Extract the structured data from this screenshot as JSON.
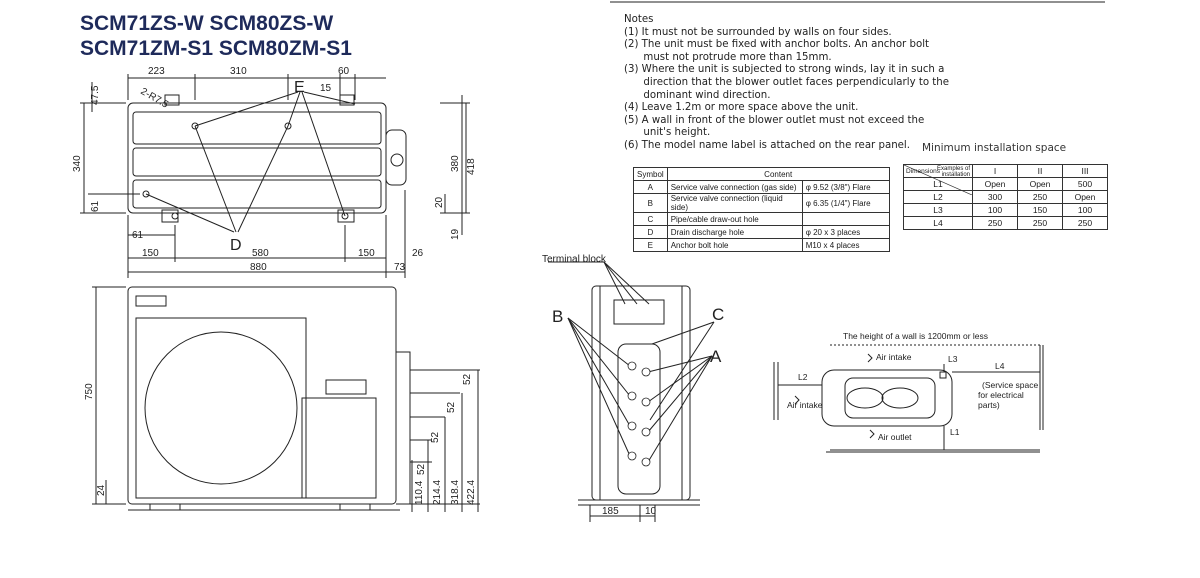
{
  "titles": {
    "line1": "SCM71ZS-W  SCM80ZS-W",
    "line2": "SCM71ZM-S1  SCM80ZM-S1"
  },
  "notes": {
    "heading": "Notes",
    "lines": [
      "(1) It must not be surrounded by walls on four sides.",
      "(2) The unit must be fixed with anchor bolts. An anchor bolt",
      "      must not protrude more than 15mm.",
      "(3) Where the unit is subjected to strong winds, lay it in such a",
      "      direction that the blower outlet faces perpendicularly to the",
      "      dominant wind direction.",
      "(4) Leave 1.2m or more space above the unit.",
      "(5) A wall in front of the blower outlet must not exceed the",
      "      unit's height.",
      "(6) The model name label is attached on the rear panel."
    ]
  },
  "symbol_table": {
    "headers": [
      "Symbol",
      "Content",
      ""
    ],
    "rows": [
      {
        "symbol": "A",
        "content": "Service valve connection (gas side)",
        "spec": "φ 9.52 (3/8\")  Flare"
      },
      {
        "symbol": "B",
        "content": "Service valve connection (liquid side)",
        "spec": "φ 6.35 (1/4\")  Flare"
      },
      {
        "symbol": "C",
        "content": "Pipe/cable draw-out hole",
        "spec": ""
      },
      {
        "symbol": "D",
        "content": "Drain discharge hole",
        "spec": "φ 20 x 3 places"
      },
      {
        "symbol": "E",
        "content": "Anchor bolt hole",
        "spec": "M10 x 4 places"
      }
    ]
  },
  "space_table": {
    "title": "Minimum installation space",
    "corner_examples": "Examples of installation",
    "corner_dimensions": "Dimensions",
    "columns": [
      "I",
      "II",
      "III"
    ],
    "rows": [
      {
        "label": "L1",
        "values": [
          "Open",
          "Open",
          "500"
        ]
      },
      {
        "label": "L2",
        "values": [
          "300",
          "250",
          "Open"
        ]
      },
      {
        "label": "L3",
        "values": [
          "100",
          "150",
          "100"
        ]
      },
      {
        "label": "L4",
        "values": [
          "250",
          "250",
          "250"
        ]
      }
    ]
  },
  "top_view": {
    "dims_top": [
      "223",
      "310",
      "60"
    ],
    "dim_15": "15",
    "radius": "2-R7.5",
    "dim_47_5": "47.5",
    "dim_340": "340",
    "dim_61_left": "61",
    "dim_61_bottom": "61",
    "dim_380": "380",
    "dim_418": "418",
    "dim_20": "20",
    "dim_19": "19",
    "dims_bottom": [
      "150",
      "580",
      "150",
      "26"
    ],
    "dim_880": "880",
    "dim_73": "73",
    "label_E": "E",
    "label_D": "D"
  },
  "front_view": {
    "dim_750": "750",
    "dim_24": "24",
    "right_dims_52": [
      "52",
      "52",
      "52",
      "52"
    ],
    "stack_dims": [
      "110.4",
      "214.4",
      "318.4",
      "422.4"
    ]
  },
  "side_view": {
    "terminal_block": "Terminal block",
    "label_A": "A",
    "label_B": "B",
    "label_C": "C",
    "dim_185": "185",
    "dim_10": "10"
  },
  "installation": {
    "wall_note": "The height of a wall is 1200mm or less",
    "air_intake_top": "Air intake",
    "air_intake_left": "Air intake",
    "air_outlet": "Air outlet",
    "service_space": [
      "(Service space",
      "for electrical",
      "parts)"
    ],
    "L1": "L1",
    "L2": "L2",
    "L3": "L3",
    "L4": "L4"
  }
}
